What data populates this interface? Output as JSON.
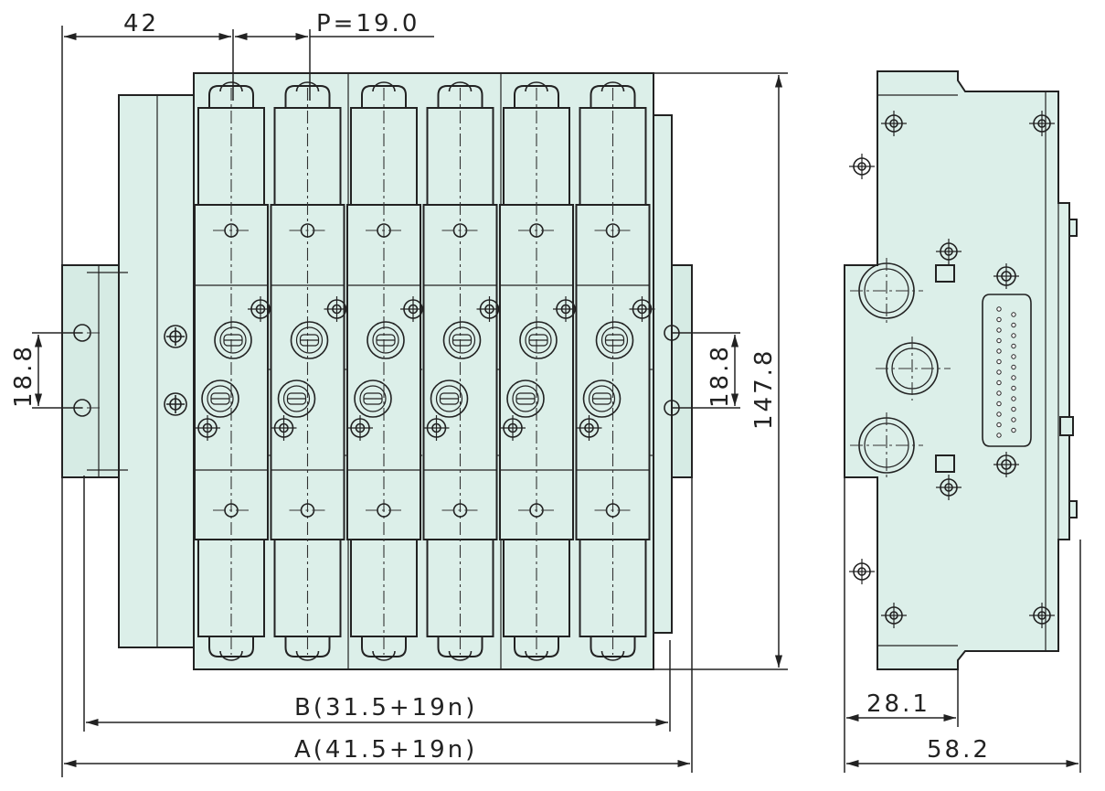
{
  "drawing": {
    "front_view": {
      "valve_count": 6,
      "dimensions": {
        "edge_to_first_valve": "42",
        "pitch": "P=19.0",
        "port_spacing_left": "18.8",
        "port_spacing_right": "18.8",
        "height": "147.8",
        "length_b": "B(31.5+19n)",
        "length_a": "A(41.5+19n)"
      }
    },
    "side_view": {
      "dimensions": {
        "depth_to_step": "28.1",
        "total_depth": "58.2"
      }
    },
    "colors": {
      "body_fill": "#dcefe9",
      "outline": "#222222"
    }
  }
}
